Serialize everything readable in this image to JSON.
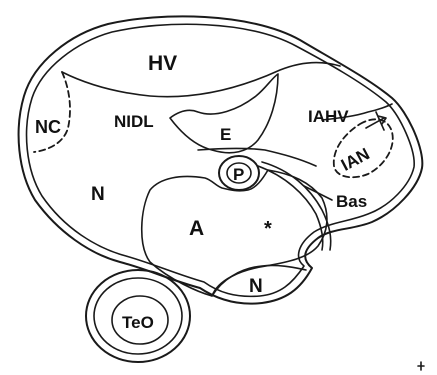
{
  "labels": {
    "hv": "HV",
    "nc": "NC",
    "nidl": "NIDL",
    "e": "E",
    "iahv": "IAHV",
    "ian": "IAN",
    "p": "P",
    "n_left": "N",
    "bas": "Bas",
    "a": "A",
    "asterisk": "*",
    "n_bottom": "N",
    "teo": "TeO"
  },
  "colors": {
    "ink": "#1a1a1a",
    "background": "#ffffff"
  }
}
